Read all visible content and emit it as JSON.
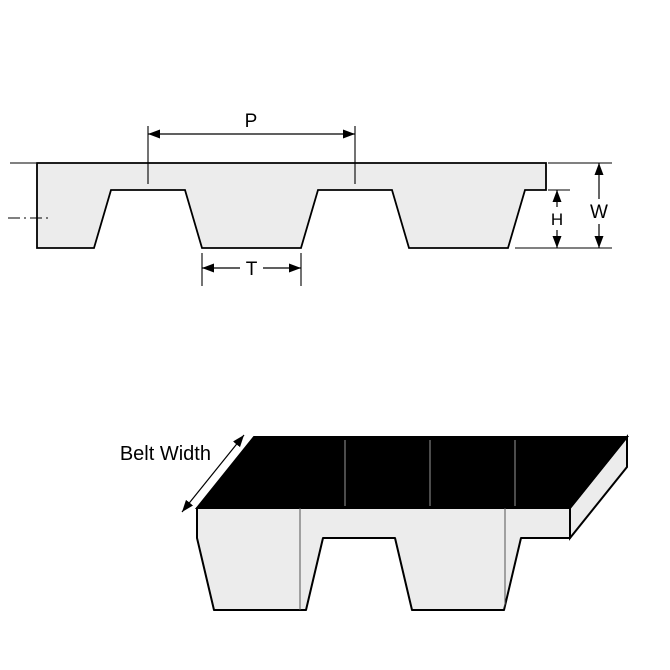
{
  "cross_section": {
    "labels": {
      "pitch": "P",
      "tooth_width": "T",
      "tooth_height": "H",
      "overall_thickness": "W"
    }
  },
  "perspective": {
    "belt_width_label": "Belt Width"
  },
  "colors": {
    "background": "#ffffff",
    "outline": "#000000",
    "belt_fill": "#ececec",
    "top_face_fill": "#000000"
  }
}
